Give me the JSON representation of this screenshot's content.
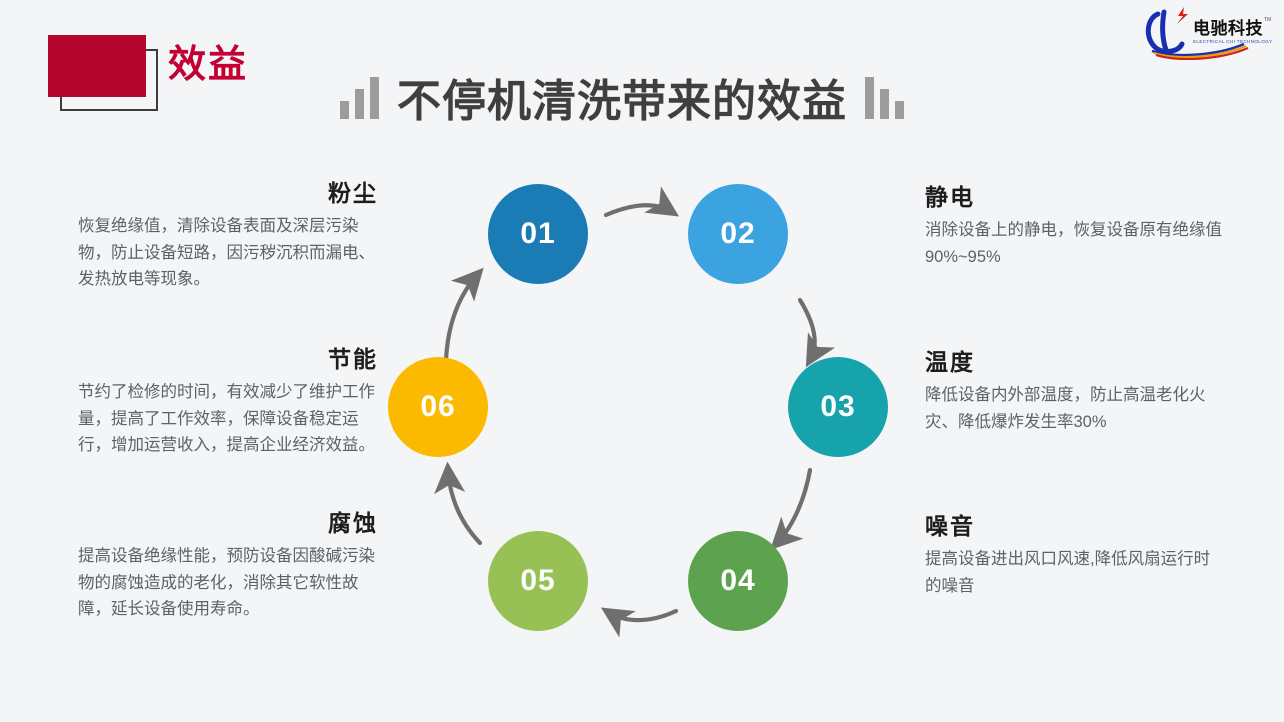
{
  "slide": {
    "background_color": "#f4f5f7",
    "badge": {
      "label": "效益",
      "fill_color": "#b5062d",
      "text_color": "#c20034"
    },
    "title": "不停机清洗带来的效益",
    "title_color": "#3f3f3f",
    "decor_bar_color": "#9c9c9c"
  },
  "logo": {
    "name_cn": "电驰科技",
    "name_en": "ELECTRICAL CHI TECHNOLOGY",
    "trademark": "TM"
  },
  "diagram": {
    "type": "cycle",
    "arrow_color": "#6f6f6f",
    "nodes": [
      {
        "id": "01",
        "label": "01",
        "color": "#1b7bb5",
        "topic": "粉尘"
      },
      {
        "id": "02",
        "label": "02",
        "color": "#3aa3e0",
        "topic": "静电"
      },
      {
        "id": "03",
        "label": "03",
        "color": "#17a3ac",
        "topic": "温度"
      },
      {
        "id": "04",
        "label": "04",
        "color": "#5da34f",
        "topic": "噪音"
      },
      {
        "id": "05",
        "label": "05",
        "color": "#97c155",
        "topic": "腐蚀"
      },
      {
        "id": "06",
        "label": "06",
        "color": "#fbb900",
        "topic": "节能"
      }
    ]
  },
  "blocks": {
    "dust": {
      "heading": "粉尘",
      "body": "恢复绝缘值，清除设备表面及深层污染物，防止设备短路，因污秽沉积而漏电、发热放电等现象。"
    },
    "energy": {
      "heading": "节能",
      "body": "节约了检修的时间，有效减少了维护工作量，提高了工作效率，保障设备稳定运行，增加运营收入，提高企业经济效益。"
    },
    "corrosion": {
      "heading": "腐蚀",
      "body": "提高设备绝缘性能，预防设备因酸碱污染物的腐蚀造成的老化，消除其它软性故障，延长设备使用寿命。"
    },
    "static": {
      "heading": "静电",
      "body": "消除设备上的静电，恢复设备原有绝缘值90%~95%"
    },
    "temperature": {
      "heading": "温度",
      "body": "降低设备内外部温度，防止高温老化火灾、降低爆炸发生率30%"
    },
    "noise": {
      "heading": "噪音",
      "body": "提高设备进出风口风速,降低风扇运行时的噪音"
    }
  }
}
